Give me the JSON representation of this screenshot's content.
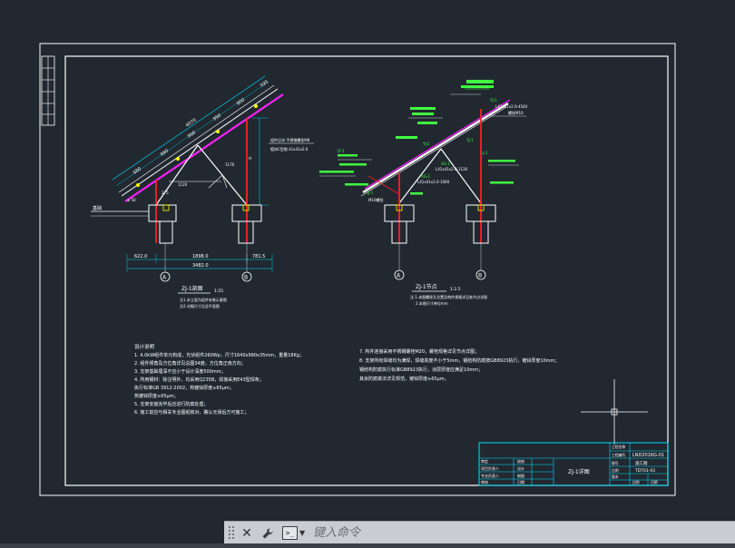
{
  "left_drawing": {
    "title": "ZJ-1剖面",
    "scale": "1:25",
    "note1": "注1.本立面为组件安装示意图",
    "note2": "注2.详细尺寸见总平面图",
    "dims": [
      "622.0",
      "1898.0",
      "781.5"
    ],
    "total": "3482.0",
    "axis_a": "A",
    "axis_b": "B",
    "beam_labels": [
      "680",
      "990",
      "990",
      "990",
      "900",
      "4070",
      "595"
    ],
    "side_label": "基础"
  },
  "right_drawing": {
    "title": "ZJ-1节点",
    "scale": "1:2.5",
    "note1": "注.1.本图螺栓孔位置及构件规格详见各节点详图",
    "note2": "2.本图尺寸单位mm",
    "axis_a": "A",
    "axis_b": "B"
  },
  "notes_left": {
    "heading": "设计说明",
    "lines": [
      "1. 4.0kW组件单元构成，光伏组件260Wp，尺寸1640x990x35mm，重量18Kg；",
      "2. 组件倾角及方位角详见总图34度，方位角正南方向；",
      "3. 支架基础埋深不应小于设计深度500mm；",
      "4. 所用钢材：除注明外，均采用Q235B，焊接采用E43型焊条；",
      "   执行标准GB 3912-2002，热镀锌厚度≥65μm；",
      "   热镀锌厚度≥65μm；",
      "5. 支架安装完毕后应进行防腐处理；",
      "6. 施工前应与相关专业图纸核对，确认无误后方可施工；"
    ]
  },
  "notes_right": {
    "lines": [
      "7. 构件连接采用不锈钢螺栓M20，螺栓规格详见节点详图；",
      "8. 支架所有焊缝均为满焊，焊缝高度不小于5mm，钢结构防腐按GB8923执行，镀锌厚度10mm；",
      "   钢结构防腐执行标准GB8923执行，涂层厚度应满足10mm；",
      "   其余防腐做法详见规范，镀锌厚度≥65μm。"
    ]
  },
  "title_block": {
    "rows_left": [
      [
        "审定",
        "校核"
      ],
      [
        "项目负责人",
        "设计"
      ],
      [
        "专业负责人",
        "制图"
      ],
      [
        "审核",
        "日期"
      ]
    ],
    "drawing_name": "ZJ-1详图",
    "right_labels": [
      "工程名称",
      "工程编号",
      "图号",
      "比例",
      "版本"
    ],
    "project_no": "LND2016G-01",
    "stage": "施工图",
    "drawing_no": "TDT01-03",
    "scale_label": "比例",
    "date_label": "日期"
  },
  "command_line": {
    "placeholder": "键入命令",
    "close_icon": "close-icon",
    "settings_icon": "wrench-icon",
    "prompt_icon": "command-prompt-icon"
  },
  "colors": {
    "background": "#212830",
    "frame": "#ffffff",
    "dimension": "#00e0ff",
    "beam": "#ff20ff",
    "column": "#ff2020",
    "label": "#40ff40",
    "pipe": "#ffffff"
  }
}
